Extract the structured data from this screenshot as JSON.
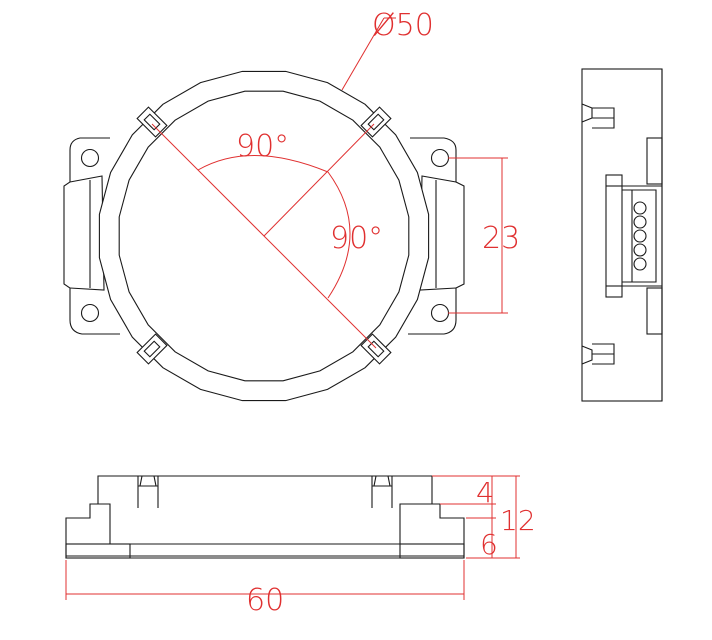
{
  "annotations": {
    "diameter": "Ø50",
    "angle_upper": "90°",
    "angle_lower": "90°",
    "hole_spacing": "23",
    "width": "60",
    "top_offset": "4",
    "total_height": "12",
    "base_height": "6"
  },
  "colors": {
    "outline": "#1a1a1a",
    "dimension": "#e03030",
    "background": "#ffffff"
  }
}
